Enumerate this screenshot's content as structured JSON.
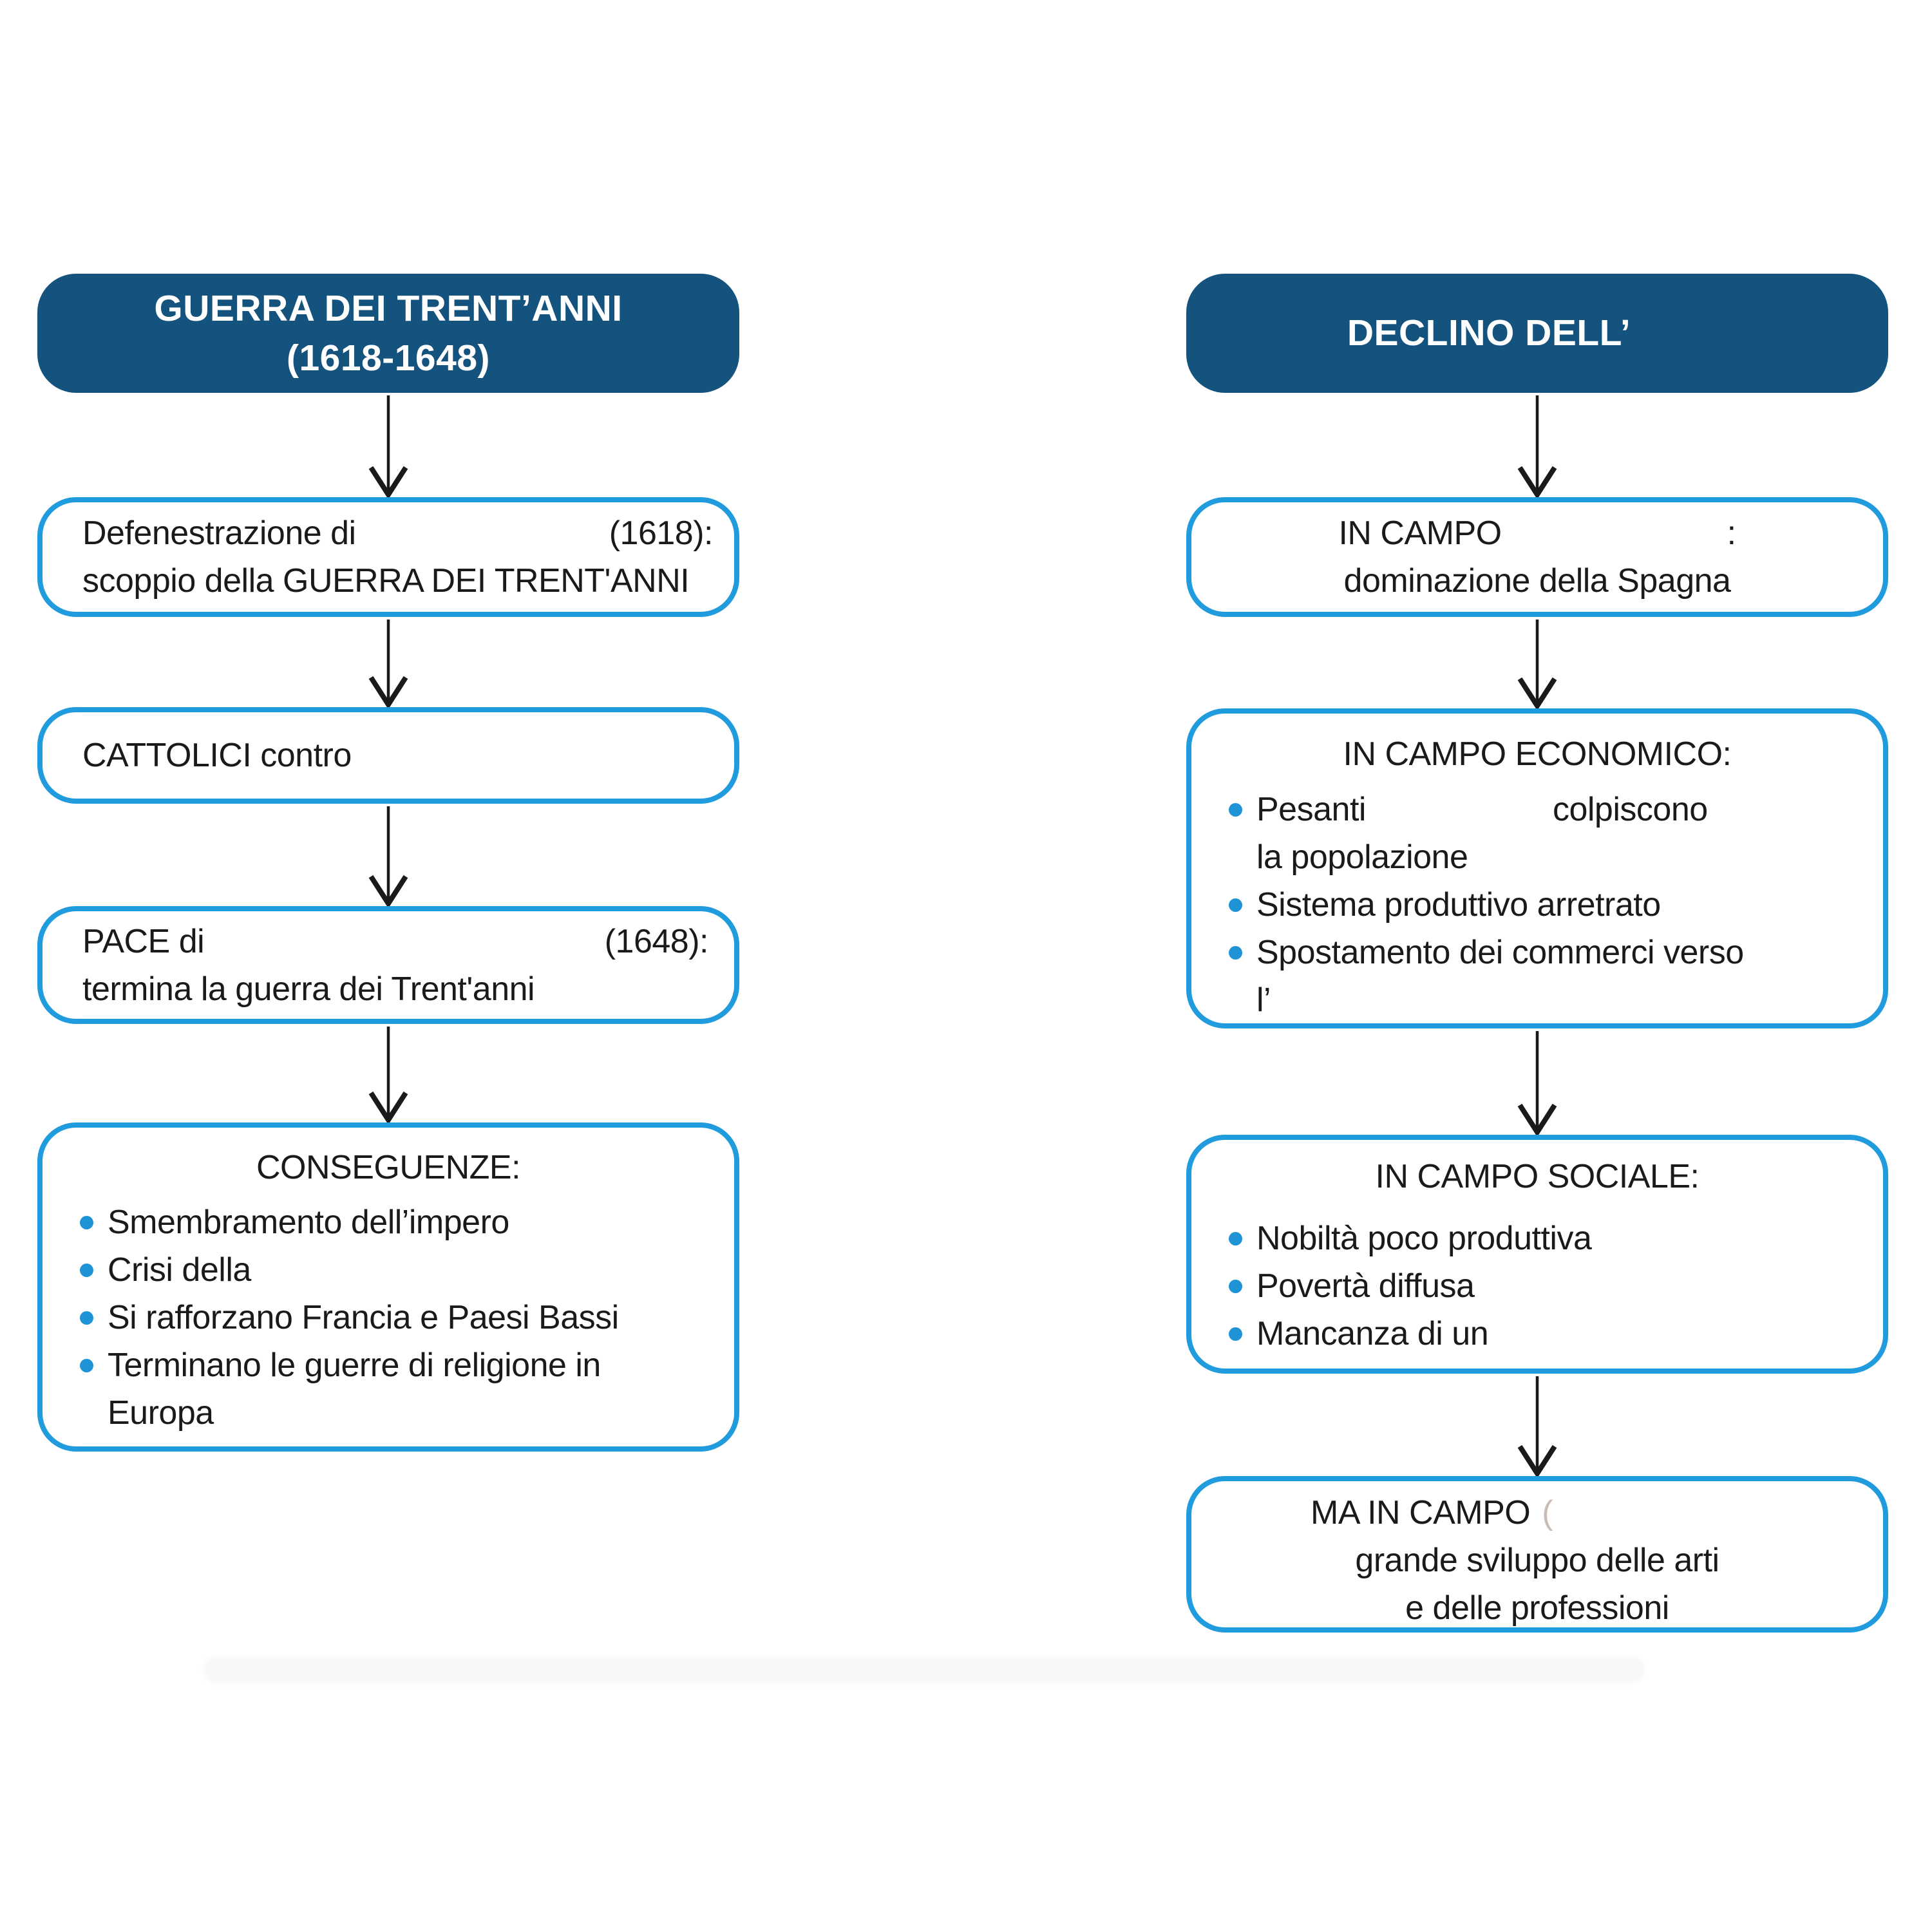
{
  "diagram": {
    "colors": {
      "header_bg": "#15537F",
      "box_border": "#1F9BDE",
      "bullet": "#1E93D6",
      "text": "#1A1A1A",
      "header_text": "#FFFFFF",
      "arrow": "#1A1A1A"
    },
    "left": {
      "header": {
        "line1": "GUERRA DEI TRENT’ANNI",
        "line2": "(1618-1648)"
      },
      "box_defenestrazione": {
        "line1_start": "Defenestrazione di",
        "line1_end": "(1618):",
        "line2": "scoppio della GUERRA DEI TRENT'ANNI"
      },
      "box_cattolici": {
        "text": "CATTOLICI contro"
      },
      "box_pace": {
        "line1_start": "PACE di",
        "line1_end": "(1648):",
        "line2": "termina la guerra dei Trent'anni"
      },
      "box_conseguenze": {
        "title": "CONSEGUENZE:",
        "bullet1": "Smembramento dell’impero",
        "bullet2": "Crisi della",
        "bullet3": "Si rafforzano Francia e Paesi Bassi",
        "bullet4_line1": "Terminano le guerre di religione in",
        "bullet4_line2": "Europa"
      }
    },
    "right": {
      "header": {
        "line1": "DECLINO DELL’"
      },
      "box_campo_politico": {
        "line1_start": "IN CAMPO",
        "line1_end": ":",
        "line2": "dominazione della Spagna"
      },
      "box_campo_economico": {
        "title": "IN CAMPO ECONOMICO:",
        "bullet1_start": "Pesanti",
        "bullet1_end": "colpiscono",
        "bullet1_line2": "la popolazione",
        "bullet2": "Sistema produttivo arretrato",
        "bullet3_line1": "Spostamento dei commerci verso",
        "bullet3_line2": "l’"
      },
      "box_campo_sociale": {
        "title": "IN CAMPO SOCIALE:",
        "bullet1": "Nobiltà poco produttiva",
        "bullet2": "Povertà diffusa",
        "bullet3": "Mancanza di un"
      },
      "box_campo_culturale": {
        "line1": "MA IN CAMPO",
        "line1_faint": "(",
        "line2": "grande sviluppo delle arti",
        "line3": "e delle professioni"
      }
    }
  }
}
